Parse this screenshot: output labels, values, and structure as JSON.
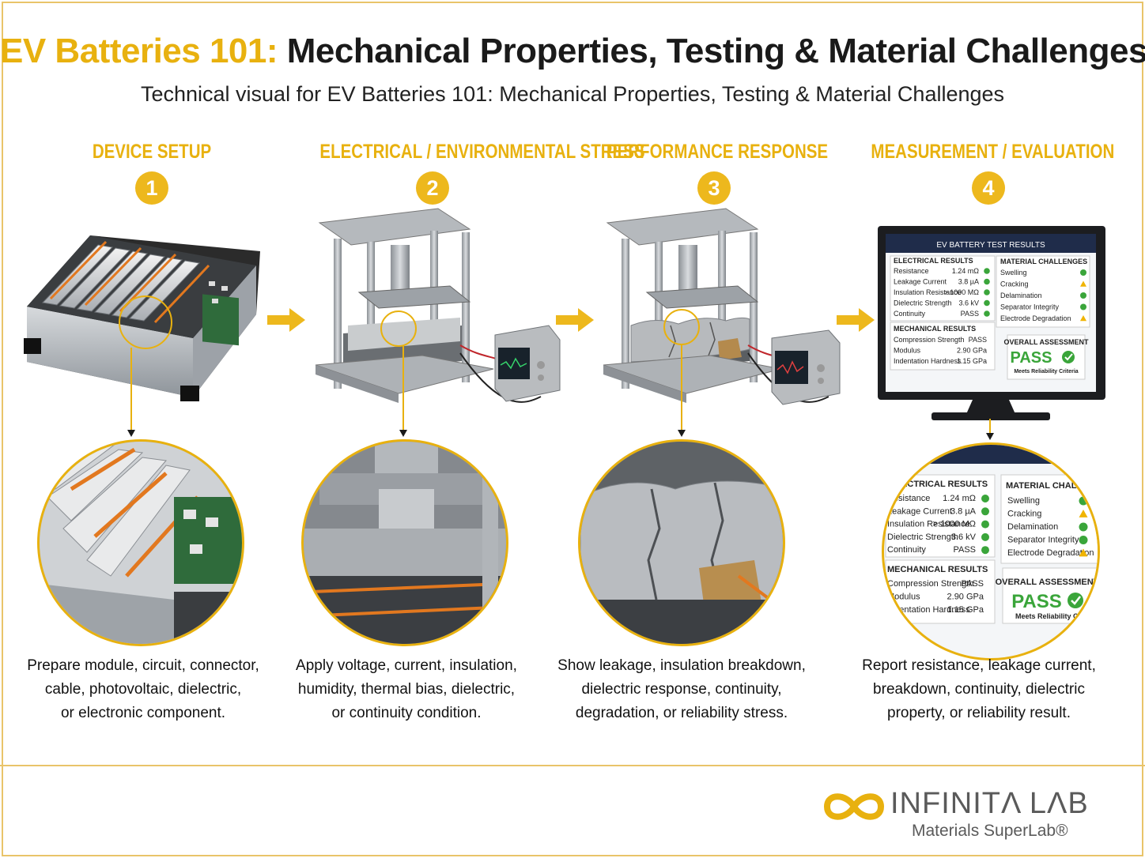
{
  "header": {
    "title_highlight": "EV Batteries 101:",
    "title_rest": "Mechanical Properties, Testing & Material Challenges",
    "subtitle": "Technical visual for EV Batteries 101: Mechanical Properties, Testing & Material Challenges"
  },
  "steps": [
    {
      "number": "1",
      "heading": "DEVICE SETUP",
      "description_lines": [
        "Prepare module, circuit, connector,",
        "cable, photovoltaic, dielectric,",
        "or electronic component."
      ]
    },
    {
      "number": "2",
      "heading": "ELECTRICAL / ENVIRONMENTAL STRESS",
      "description_lines": [
        "Apply voltage, current, insulation,",
        "humidity, thermal bias, dielectric,",
        "or continuity condition."
      ]
    },
    {
      "number": "3",
      "heading": "PERFORMANCE RESPONSE",
      "description_lines": [
        "Show leakage, insulation breakdown,",
        "dielectric response, continuity,",
        "degradation, or reliability stress."
      ]
    },
    {
      "number": "4",
      "heading": "MEASUREMENT / EVALUATION",
      "description_lines": [
        "Report resistance, leakage current,",
        "breakdown, continuity, dielectric",
        "property, or reliability result."
      ]
    }
  ],
  "monitor": {
    "title": "EV BATTERY TEST RESULTS",
    "electrical_heading": "ELECTRICAL RESULTS",
    "electrical": [
      {
        "label": "Resistance",
        "value": "1.24 mΩ",
        "status": "ok"
      },
      {
        "label": "Leakage Current",
        "value": "3.8 µA",
        "status": "ok"
      },
      {
        "label": "Insulation Resistance",
        "value": "> 1000 MΩ",
        "status": "ok"
      },
      {
        "label": "Dielectric Strength",
        "value": "3.6 kV",
        "status": "ok"
      },
      {
        "label": "Continuity",
        "value": "PASS",
        "status": "ok"
      }
    ],
    "material_heading": "MATERIAL CHALLENGES",
    "material": [
      {
        "label": "Swelling",
        "status": "ok"
      },
      {
        "label": "Cracking",
        "status": "warn"
      },
      {
        "label": "Delamination",
        "status": "ok"
      },
      {
        "label": "Separator Integrity",
        "status": "ok"
      },
      {
        "label": "Electrode Degradation",
        "status": "warn"
      }
    ],
    "mechanical_heading": "MECHANICAL RESULTS",
    "mechanical": [
      {
        "label": "Compression Strength",
        "value": "PASS"
      },
      {
        "label": "Modulus",
        "value": "2.90 GPa"
      },
      {
        "label": "Indentation Hardness",
        "value": "1.15 GPa"
      }
    ],
    "overall_heading": "OVERALL ASSESSMENT",
    "overall_result": "PASS",
    "overall_note": "Meets Reliability Criteria"
  },
  "zoom4_overall_note": "Meets Reliability Criteri",
  "colors": {
    "accent": "#e8b10f",
    "ok": "#3aa53a",
    "warn": "#f0b400",
    "cable": "#e2781f"
  },
  "logo": {
    "name": "INFINITΛ LΛB",
    "tagline": "Materials SuperLab®"
  }
}
